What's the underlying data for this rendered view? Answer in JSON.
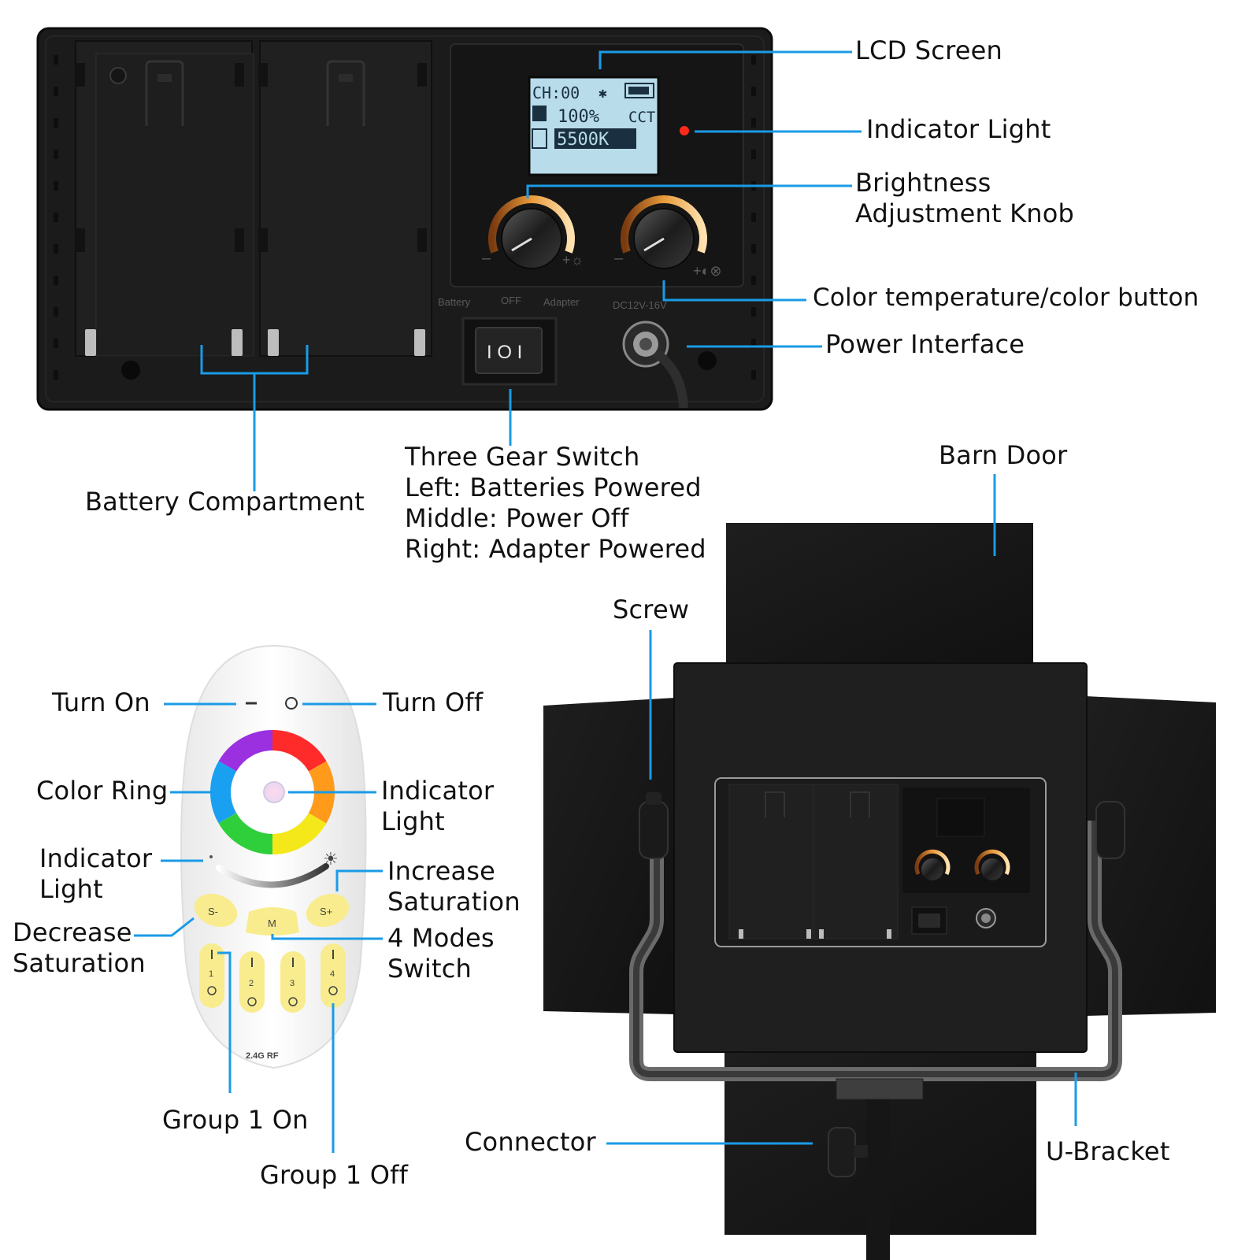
{
  "labels": {
    "lcd_screen": "LCD Screen",
    "indicator_light_panel": "Indicator Light",
    "brightness_knob_1": "Brightness",
    "brightness_knob_2": "Adjustment Knob",
    "color_temp_button": "Color temperature/color button",
    "power_interface": "Power Interface",
    "battery_compartment": "Battery Compartment",
    "switch_1": "Three Gear Switch",
    "switch_2": "Left: Batteries Powered",
    "switch_3": "Middle: Power Off",
    "switch_4": "Right: Adapter Powered",
    "barn_door": "Barn Door",
    "screw": "Screw",
    "turn_on": "Turn On",
    "turn_off": "Turn Off",
    "color_ring": "Color Ring",
    "indicator_light_remote_1": "Indicator",
    "indicator_light_remote_2": "Light",
    "indicator_light_left_1": "Indicator",
    "indicator_light_left_2": "Light",
    "increase_saturation_1": "Increase",
    "increase_saturation_2": "Saturation",
    "decrease_saturation_1": "Decrease",
    "decrease_saturation_2": "Saturation",
    "modes_switch_1": "4 Modes",
    "modes_switch_2": "Switch",
    "group_1_on": "Group 1 On",
    "group_1_off": "Group 1 Off",
    "connector": "Connector",
    "u_bracket": "U-Bracket"
  },
  "lcd": {
    "channel": "CH:00",
    "brightness": "100%",
    "mode": "CCT",
    "temperature": "5500K"
  },
  "panel_markings": {
    "battery": "Battery",
    "off": "OFF",
    "adapter": "Adapter",
    "dc_input": "DC12V-16V"
  },
  "remote": {
    "s_minus": "S-",
    "s_plus": "S+",
    "m": "M",
    "groups": [
      "1",
      "2",
      "3",
      "4"
    ],
    "rf": "2.4G RF"
  },
  "colors": {
    "callout_line": "#1a9be6",
    "panel_body": "#1b1b1b",
    "lcd_screen": "#b9dcea",
    "knob_scale": "#e59a3c",
    "indicator_red": "#ff2a1a",
    "remote_button": "#f8ec8e"
  }
}
